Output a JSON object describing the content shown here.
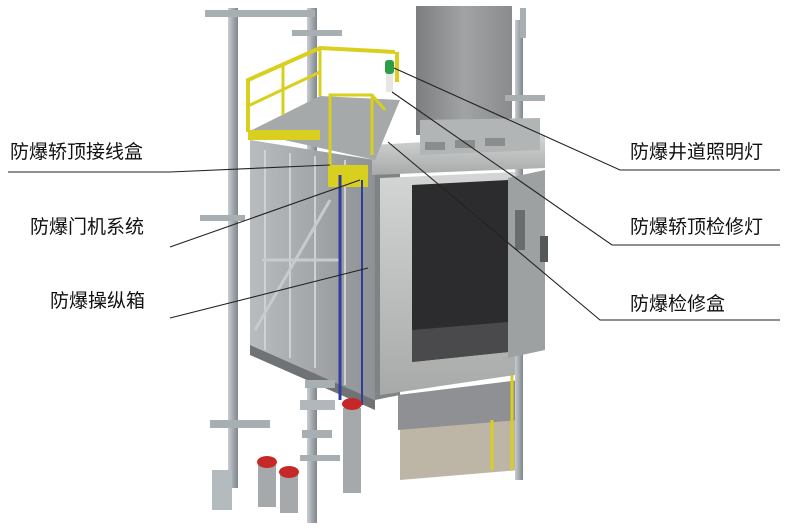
{
  "labels": {
    "top_wiring_box": "防爆轿顶接线盒",
    "door_machine": "防爆门机系统",
    "control_box": "防爆操纵箱",
    "shaft_light": "防爆井道照明灯",
    "top_inspection_light": "防爆轿顶检修灯",
    "inspection_box": "防爆检修盒"
  },
  "colors": {
    "label_text": "#111111",
    "leader_line": "#222222",
    "railing_yellow": "#d9cf1e",
    "cabin_grey": "#a9adaf",
    "shaft_wall": "#8f8f91",
    "buffer_red": "#c62828",
    "door_frame": "#c3c5c4",
    "rail_steel": "#9ba3a8",
    "cable_blue": "#2f3e9e",
    "lamp_green": "#2e9d4a"
  }
}
